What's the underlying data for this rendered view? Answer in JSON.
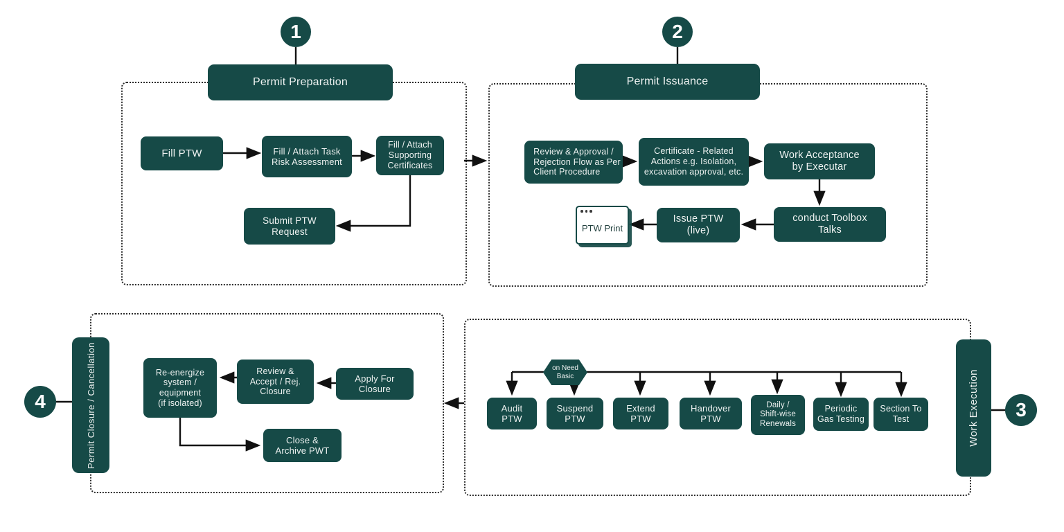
{
  "colors": {
    "box": "#164a47",
    "text": "#eef2f1",
    "line": "#111111",
    "border_dots": "#2b2b2b",
    "background": "#ffffff"
  },
  "steps": {
    "one": {
      "number": "1",
      "title": "Permit Preparation"
    },
    "two": {
      "number": "2",
      "title": "Permit Issuance"
    },
    "three": {
      "number": "3",
      "title": "Work Execution"
    },
    "four": {
      "number": "4",
      "title": "Permit Closure / Cancellation"
    }
  },
  "prep": {
    "fill_ptw": "Fill PTW",
    "task_risk": "Fill / Attach Task\nRisk Assessment",
    "supporting_certs": "Fill / Attach\nSupporting\nCertificates",
    "submit_request": "Submit PTW\nRequest"
  },
  "issuance": {
    "review_approval": "Review & Approval /\nRejection Flow as Per\nClient Procedure",
    "certificate_actions": "Certificate - Related\nActions e.g. Isolation,\nexcavation approval, etc.",
    "work_acceptance": "Work Acceptance\nby Executar",
    "toolbox_talks": "conduct Toolbox\nTalks",
    "issue_ptw": "Issue PTW\n(live)",
    "ptw_print": "PTW Print"
  },
  "execution": {
    "condition": "on Need\nBasic",
    "audit": "Audit\nPTW",
    "suspend": "Suspend\nPTW",
    "extend": "Extend\nPTW",
    "handover": "Handover\nPTW",
    "renewals": "Daily /\nShift-wise\nRenewals",
    "gas_testing": "Periodic\nGas Testing",
    "section_test": "Section To\nTest"
  },
  "closure": {
    "reenergize": "Re-energize\nsystem /\nequipment\n(if isolated)",
    "review_accept": "Review &\nAccept / Rej.\nClosure",
    "apply": "Apply For\nClosure",
    "close_archive": "Close &\nArchive PWT"
  }
}
